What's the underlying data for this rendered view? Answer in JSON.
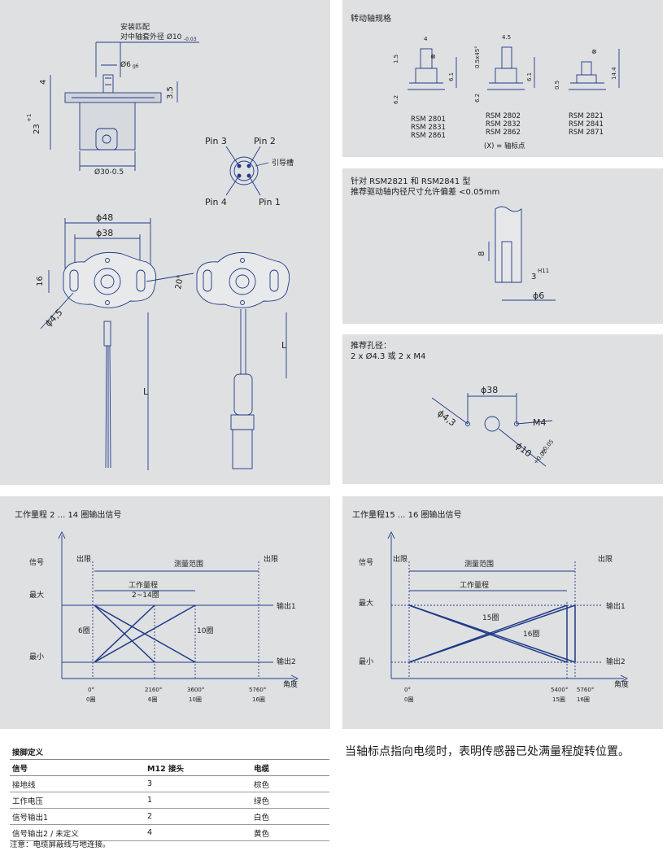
{
  "drawing": {
    "mount_title": "安装匹配",
    "mount_sub": "对中轴套外径 Ø10",
    "mount_tol": "-0.03",
    "dim_phi6": "Ø6",
    "dim_phi6_tol": "g6",
    "dim_4": "4",
    "dim_3_5": "3.5",
    "dim_23": "23",
    "dim_23_tol": "+1",
    "dim_phi30": "Ø30-0.5",
    "pin3": "Pin 3",
    "pin2": "Pin 2",
    "pin4": "Pin 4",
    "pin1": "Pin 1",
    "guide_slot": "引导槽",
    "dim_phi48": "ϕ48",
    "dim_phi38": "ϕ38",
    "dim_16": "16",
    "dim_20deg": "20°",
    "dim_phi4_5": "ϕ4,5",
    "dim_L": "L"
  },
  "shaft": {
    "title": "转动轴规格",
    "groups": [
      {
        "models": [
          "RSM 2801",
          "RSM 2831",
          "RSM 2861"
        ]
      },
      {
        "models": [
          "RSM 2802",
          "RSM 2832",
          "RSM 2862"
        ]
      },
      {
        "models": [
          "RSM 2821",
          "RSM 2841",
          "RSM 2871"
        ]
      }
    ],
    "dims": {
      "a": "4",
      "b": "1.5",
      "c": "6.1",
      "d": "6.2",
      "e": "4.5",
      "f": "0.5x45°",
      "g": "14.4",
      "h": "0.5"
    },
    "legend": "(X) = 轴标点"
  },
  "tolerance": {
    "line1": "针对 RSM2821 和 RSM2841 型",
    "line2": "推荐驱动轴内径尺寸允许偏差 <0.05mm",
    "dim_8": "8",
    "dim_3": "3",
    "dim_h11": "H11",
    "dim_phi6": "ϕ6"
  },
  "holes": {
    "title": "推荐孔径：",
    "sub": "2 x Ø4.3 或 2 x M4",
    "dim_phi38": "ϕ38",
    "dim_phi4_3": "ϕ4,3",
    "dim_m4": "M4",
    "dim_phi10": "ϕ10",
    "tol_hi": "+0,05",
    "tol_lo": "+0,02"
  },
  "graph1": {
    "title": "工作量程 2 ... 14 圈输出信号",
    "signal": "信号",
    "limit_left": "出限",
    "limit_right": "出限",
    "measure_range": "测量范围",
    "work_range": "工作量程",
    "work_sub": "2~14圈",
    "max": "最大",
    "min": "最小",
    "out1": "输出1",
    "out2": "输出2",
    "angle": "角度",
    "label_6": "6圈",
    "label_10": "10圈",
    "ticks_deg": [
      "0°",
      "2160°",
      "3600°",
      "5760°"
    ],
    "ticks_turn": [
      "0圈",
      "6圈",
      "10圈",
      "16圈"
    ]
  },
  "graph2": {
    "title": "工作量程15 ... 16 圈输出信号",
    "signal": "信号",
    "limit_left": "出限",
    "limit_right": "出限",
    "measure_range": "测量范围",
    "work_range": "工作量程",
    "max": "最大",
    "min": "最小",
    "out1": "输出1",
    "out2": "输出2",
    "angle": "角度",
    "label_15": "15圈",
    "label_16": "16圈",
    "ticks_deg": [
      "0°",
      "5400°",
      "5760°"
    ],
    "ticks_turn": [
      "0圈",
      "15圈",
      "16圈"
    ]
  },
  "pins": {
    "title": "接脚定义",
    "headers": [
      "信号",
      "M12 接头",
      "电缆"
    ],
    "rows": [
      [
        "接地线",
        "3",
        "棕色"
      ],
      [
        "工作电压",
        "1",
        "绿色"
      ],
      [
        "信号输出1",
        "2",
        "白色"
      ],
      [
        "信号输出2 / 未定义",
        "4",
        "黄色"
      ]
    ],
    "note": "注意：电缆屏蔽线与地连接。"
  },
  "caption": "当轴标点指向电缆时，表明传感器已处满量程旋转位置。",
  "colors": {
    "line": "#1f3a8a",
    "panel": "#dfe0e1"
  }
}
